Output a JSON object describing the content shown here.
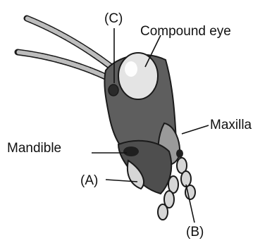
{
  "labels": {
    "c": "(C)",
    "compound_eye": "Compound eye",
    "maxilla": "Maxilla",
    "mandible": "Mandible",
    "a": "(A)",
    "b": "(B)"
  },
  "colors": {
    "head": "#5e5e5e",
    "head_dark": "#3a3a3a",
    "outline": "#1a1a1a",
    "eye": "#e4e4e4",
    "segment_light": "#d6d6d6",
    "segment_mid": "#8c8c8c"
  }
}
